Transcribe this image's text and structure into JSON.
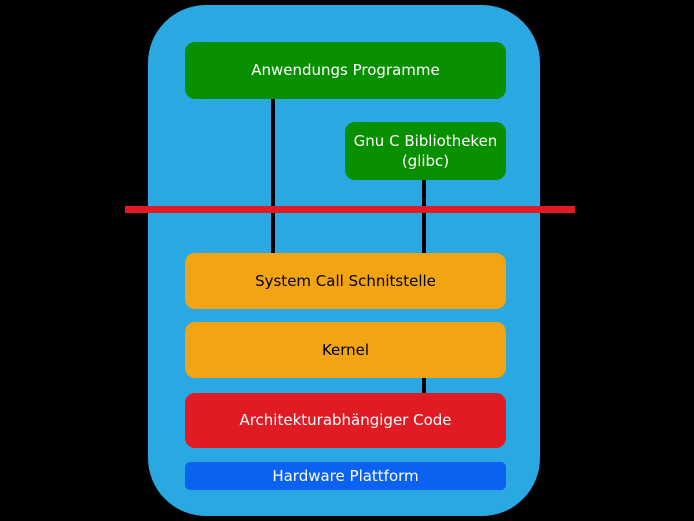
{
  "colors": {
    "background": "#000000",
    "container": "#29A8E2",
    "connector": "#000000",
    "boundary_line": "#E01B24",
    "green": "#089000",
    "orange": "#F2A413",
    "red": "#E01B24",
    "blue": "#0B61F0",
    "text_light": "#FFFFFF",
    "text_dark": "#000000"
  },
  "diagram": {
    "boxes": {
      "apps": {
        "label": "Anwendungs Programme"
      },
      "glibc": {
        "label": "Gnu C Bibliotheken (glibc)"
      },
      "syscall": {
        "label": "System Call Schnitstelle"
      },
      "kernel": {
        "label": "Kernel"
      },
      "arch": {
        "label": "Architekturabhängiger Code"
      },
      "hardware": {
        "label": "Hardware Plattform"
      }
    }
  }
}
